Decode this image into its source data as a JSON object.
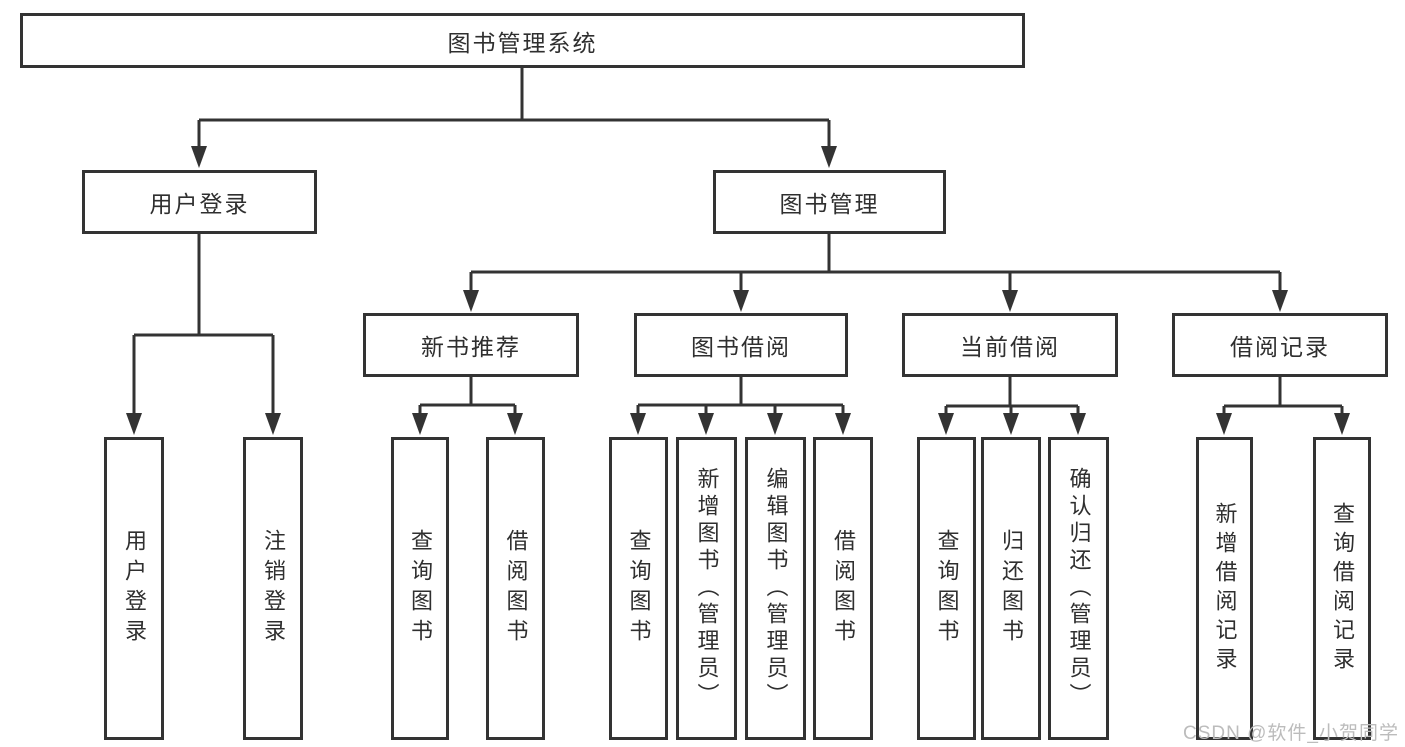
{
  "diagram": {
    "root": "图书管理系统",
    "children": [
      {
        "label": "用户登录",
        "leaves": [
          "用户登录",
          "注销登录"
        ]
      },
      {
        "label": "图书管理",
        "children": [
          {
            "label": "新书推荐",
            "leaves": [
              "查询图书",
              "借阅图书"
            ]
          },
          {
            "label": "图书借阅",
            "leaves": [
              "查询图书",
              "新增图书（管理员）",
              "编辑图书（管理员）",
              "借阅图书"
            ]
          },
          {
            "label": "当前借阅",
            "leaves": [
              "查询图书",
              "归还图书",
              "确认归还（管理员）"
            ]
          },
          {
            "label": "借阅记录",
            "leaves": [
              "新增借阅记录",
              "查询借阅记录"
            ]
          }
        ]
      }
    ]
  },
  "watermark": {
    "text": "CSDN @软件_小贺同学"
  },
  "colors": {
    "line": "#333333",
    "box_fill": "#ffffff",
    "text": "#2f2f2f",
    "watermark": "#bcbcbc"
  }
}
